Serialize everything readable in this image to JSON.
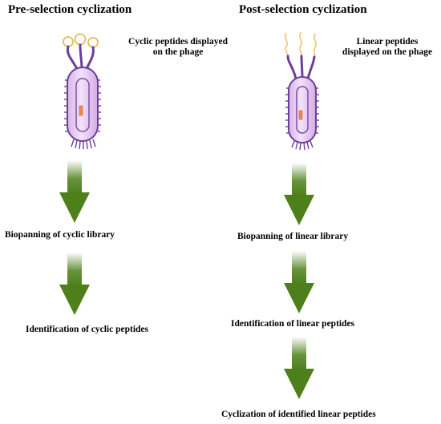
{
  "left": {
    "heading": "Pre-selection cyclization",
    "phage_label_line1": "Cyclic peptides displayed",
    "phage_label_line2": "on the phage",
    "step1": "Biopanning of cyclic library",
    "step2": "Identification of cyclic peptides"
  },
  "right": {
    "heading": "Post-selection cyclization",
    "phage_label_line1": "Linear peptides",
    "phage_label_line2": "displayed on the phage",
    "step1": "Biopanning of linear library",
    "step2": "Identification of linear peptides",
    "step3": "Cyclization of identified linear peptides"
  },
  "colors": {
    "arrow_green": "#4d7f1a",
    "phage_body": "#e6c8f0",
    "phage_outline": "#6a3f9a",
    "peptide": "#f2cf8a",
    "core": "#f08a4b"
  }
}
